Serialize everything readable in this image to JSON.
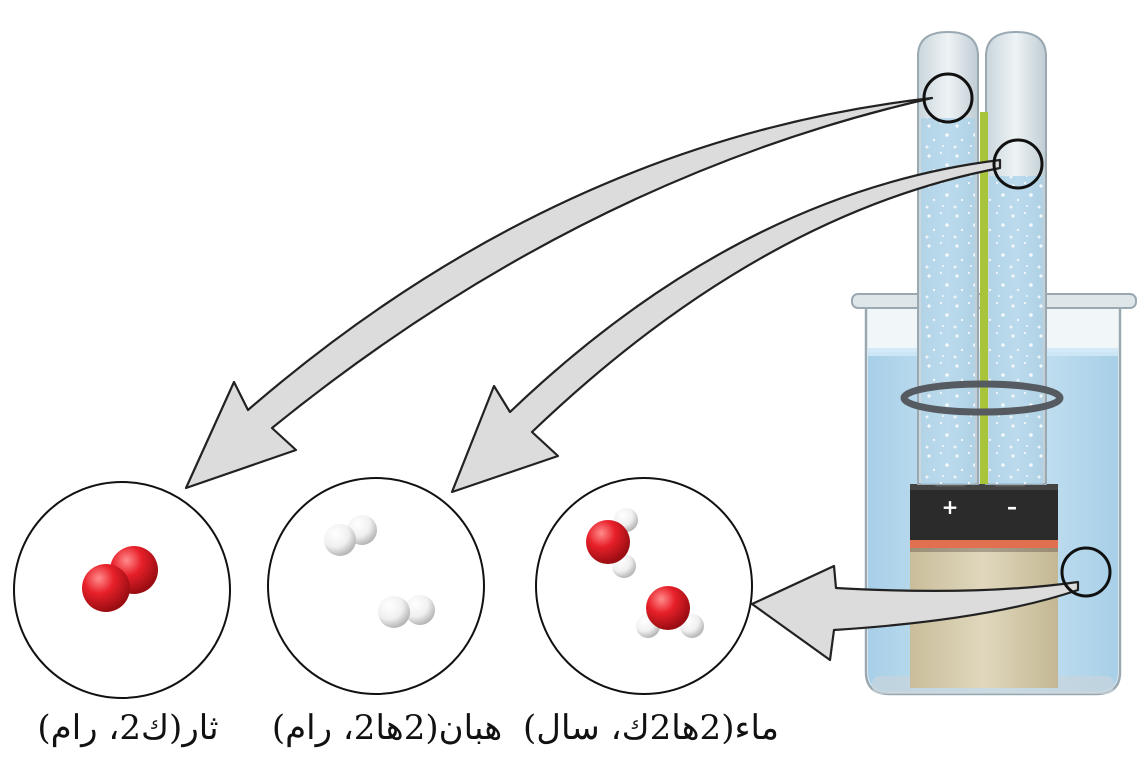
{
  "captions": {
    "oxygen": "ثار(ك2، رام)",
    "hydrogen": "هبان(2ها2، رام)",
    "water": "ماء(2ها2ك، سال)"
  },
  "battery": {
    "positive_label": "+",
    "negative_label": "–"
  },
  "colors": {
    "oxygen_atom": "#e8202a",
    "hydrogen_atom": "#f2f2f2",
    "water_fill": "#b9dcf0",
    "battery_body": "#d6ccb0",
    "battery_top": "#2b2b2b",
    "battery_stripe": "#e07050",
    "electrode": "#a8c43a",
    "arrow_fill": "#dcdcdc",
    "outline": "#222222"
  }
}
